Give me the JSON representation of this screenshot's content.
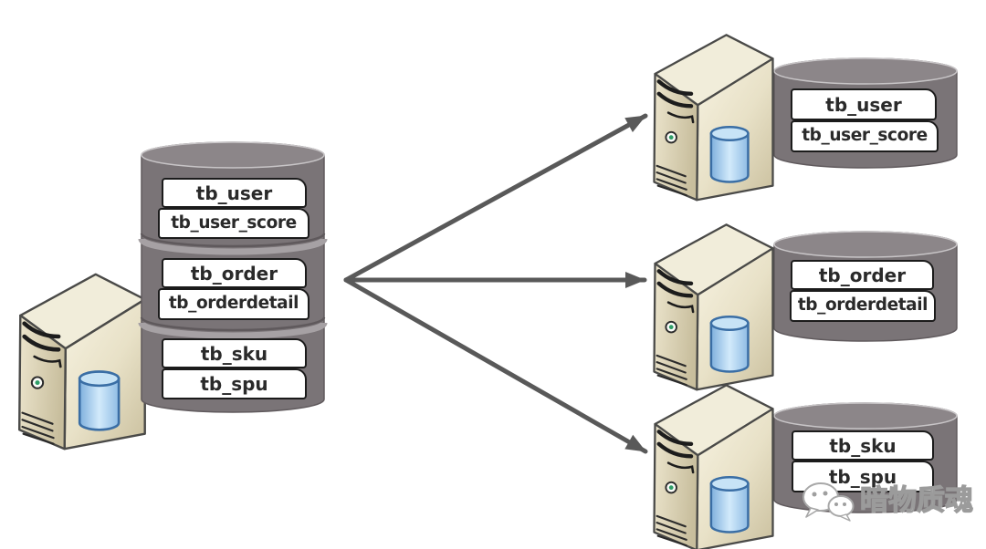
{
  "source_database": {
    "segments": [
      {
        "tables": [
          "tb_user",
          "tb_user_score"
        ]
      },
      {
        "tables": [
          "tb_order",
          "tb_orderdetail"
        ]
      },
      {
        "tables": [
          "tb_sku",
          "tb_spu"
        ]
      }
    ]
  },
  "shard_databases": [
    {
      "tables": [
        "tb_user",
        "tb_user_score"
      ]
    },
    {
      "tables": [
        "tb_order",
        "tb_orderdetail"
      ]
    },
    {
      "tables": [
        "tb_sku",
        "tb_spu"
      ]
    }
  ],
  "watermark": {
    "text": "暗物质魂",
    "icon": "wechat-icon"
  },
  "icons": {
    "server": "server-tower-icon",
    "database": "database-cylinder-icon",
    "small_database": "blue-database-icon"
  },
  "colors": {
    "background": "#FFFFFF",
    "cylinder_body": "#7A7477",
    "cylinder_top": "#8C8689",
    "arrow": "#595959",
    "server_beige": "#E9E2CA",
    "database_blue": "#A9CDEE",
    "label_background": "#FFFFFF",
    "label_border": "#1B1B1B",
    "label_text": "#2A2A2A"
  }
}
